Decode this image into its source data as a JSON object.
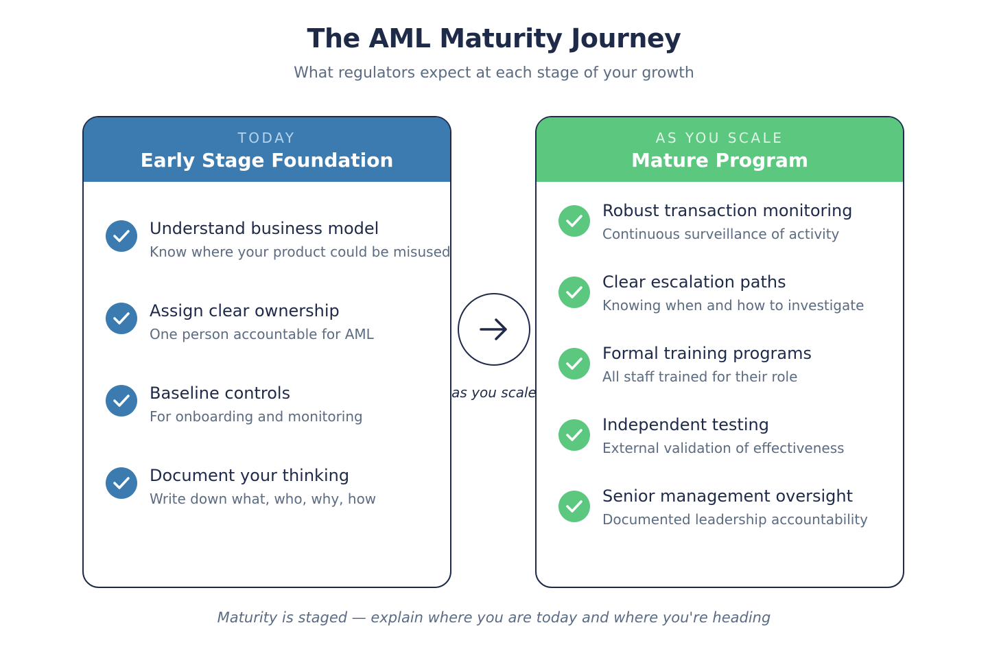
{
  "title": "The AML Maturity Journey",
  "subtitle": "What regulators expect at each stage of your growth",
  "left": {
    "eyebrow": "TODAY",
    "title": "Early Stage Foundation",
    "items": [
      {
        "title": "Understand business model",
        "desc": "Know where your product could be misused"
      },
      {
        "title": "Assign clear ownership",
        "desc": "One person accountable for AML"
      },
      {
        "title": "Baseline controls",
        "desc": "For onboarding and monitoring"
      },
      {
        "title": "Document your thinking",
        "desc": "Write down what, who, why, how"
      }
    ]
  },
  "right": {
    "eyebrow": "AS YOU SCALE",
    "title": "Mature Program",
    "items": [
      {
        "title": "Robust transaction monitoring",
        "desc": "Continuous surveillance of activity"
      },
      {
        "title": "Clear escalation paths",
        "desc": "Knowing when and how to investigate"
      },
      {
        "title": "Formal training programs",
        "desc": "All staff trained for their role"
      },
      {
        "title": "Independent testing",
        "desc": "External validation of effectiveness"
      },
      {
        "title": "Senior management oversight",
        "desc": "Documented leadership accountability"
      }
    ]
  },
  "arrow_caption": "as you scale",
  "footer": "Maturity is staged — explain where you are today and where you're heading",
  "colors": {
    "navy": "#1e2a48",
    "blue": "#3b7baf",
    "green": "#5cc77e",
    "muted": "#5b6b82"
  },
  "icons": {
    "check": "check-circle-icon",
    "arrow": "arrow-right-icon"
  }
}
